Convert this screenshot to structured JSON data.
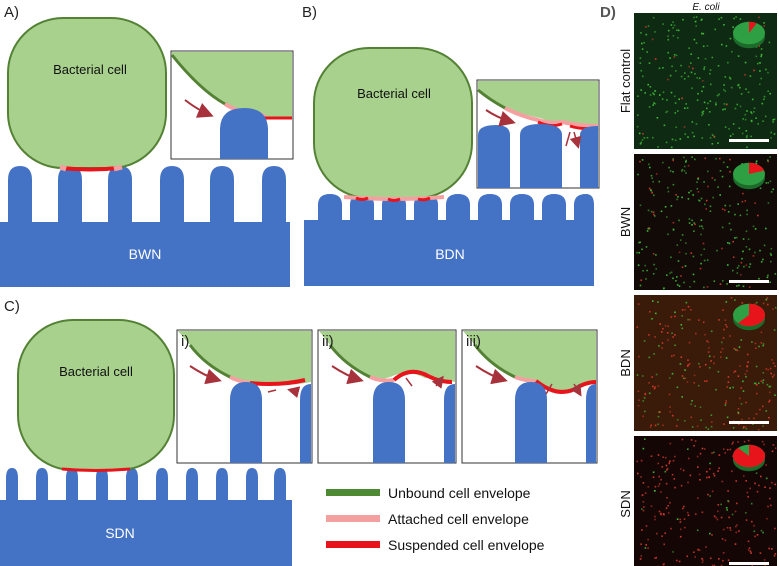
{
  "panel_labels": {
    "a": "A)",
    "b": "B)",
    "c": "C)",
    "d": "D)"
  },
  "cell_label": "Bacterial cell",
  "surface_labels": {
    "bwn": "BWN",
    "bdn": "BDN",
    "sdn": "SDN"
  },
  "inset_labels": [
    "i)",
    "ii)",
    "iii)"
  ],
  "legend": [
    {
      "label": "Unbound cell envelope",
      "color": "#4e8a33"
    },
    {
      "label": "Attached cell envelope",
      "color": "#f4a0a0"
    },
    {
      "label": "Suspended cell envelope",
      "color": "#e8141c"
    }
  ],
  "microscopy": {
    "column_title": "E. coli",
    "rows": [
      {
        "label": "Flat control",
        "red_fraction": 0.08,
        "background": "#0f2a12"
      },
      {
        "label": "BWN",
        "red_fraction": 0.2,
        "background": "#120a06"
      },
      {
        "label": "BDN",
        "red_fraction": 0.62,
        "background": "#3a1a08"
      },
      {
        "label": "SDN",
        "red_fraction": 0.88,
        "background": "#150606"
      }
    ]
  },
  "colors": {
    "substrate": "#4472c4",
    "cell_fill": "#a9d18e",
    "cell_stroke": "#548235",
    "pie_green": "#2ea043",
    "pie_red": "#e8141c",
    "arrow": "#a8323c"
  }
}
